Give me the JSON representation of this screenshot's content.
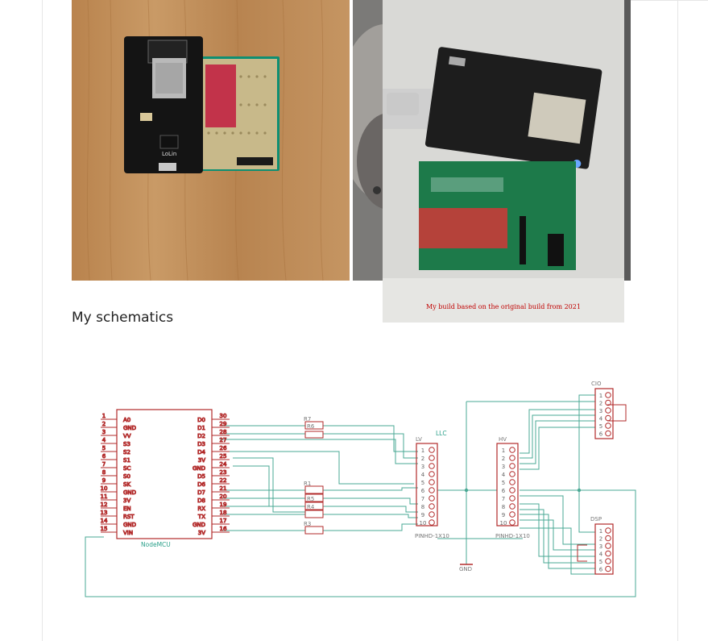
{
  "photos": {
    "caption": "My build based on the original build from 2021",
    "board_label": "LoLin"
  },
  "heading": "My schematics",
  "schematic": {
    "nodemcu_name": "NodeMCU",
    "left_pins": [
      "A0",
      "GND",
      "VV",
      "S3",
      "S2",
      "S1",
      "SC",
      "S0",
      "SK",
      "GND",
      "3V",
      "EN",
      "RST",
      "GND",
      "VIN"
    ],
    "left_nums": [
      "1",
      "2",
      "3",
      "4",
      "5",
      "6",
      "7",
      "8",
      "9",
      "10",
      "11",
      "12",
      "13",
      "14",
      "15"
    ],
    "right_pins": [
      "D0",
      "D1",
      "D2",
      "D3",
      "D4",
      "3V",
      "GND",
      "D5",
      "D6",
      "D7",
      "D8",
      "RX",
      "TX",
      "GND",
      "3V"
    ],
    "right_nums": [
      "30",
      "29",
      "28",
      "27",
      "26",
      "25",
      "24",
      "23",
      "22",
      "21",
      "20",
      "19",
      "18",
      "17",
      "16"
    ],
    "resistors": [
      "R7",
      "R1",
      "R3"
    ],
    "resistor_stack_labels": [
      "R6",
      "R5",
      "R4"
    ],
    "llc_label": "LLC",
    "lv_label": "LV",
    "hv_label": "HV",
    "header_nums": [
      "1",
      "2",
      "3",
      "4",
      "5",
      "6",
      "7",
      "8",
      "9",
      "10"
    ],
    "lv_part": "PINHD-1X10",
    "hv_part": "PINHD-1X10",
    "gnd_label": "GND",
    "cio_label": "CIO",
    "dsp_label": "DSP",
    "conn_nums": [
      "1",
      "2",
      "3",
      "4",
      "5",
      "6"
    ],
    "colors": {
      "wire": "#4aa894",
      "part": "#b22a2a",
      "label": "#2aa08a"
    }
  }
}
